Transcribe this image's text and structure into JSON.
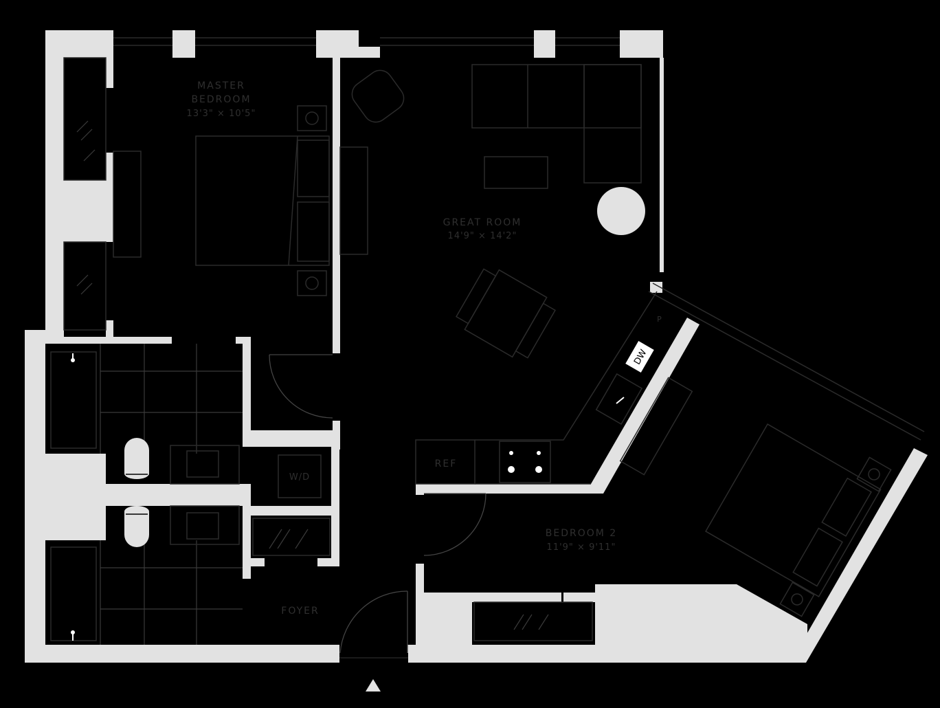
{
  "rooms": {
    "master_bedroom": {
      "name_line1": "MASTER",
      "name_line2": "BEDROOM",
      "dimensions": "13'3\" × 10'5\""
    },
    "great_room": {
      "name": "GREAT ROOM",
      "dimensions": "14'9\" × 14'2\""
    },
    "bedroom_2": {
      "name": "BEDROOM 2",
      "dimensions": "11'9\" × 9'11\""
    },
    "foyer": {
      "name": "FOYER"
    }
  },
  "appliances": {
    "dishwasher": "DW",
    "refrigerator": "REF",
    "washer_dryer": "W/D",
    "pantry": "P"
  },
  "colors": {
    "background": "#000000",
    "walls": "#e2e2e2",
    "fixtures": "#2b2b2b",
    "labels": "#2f2f2f"
  },
  "entrance_marker": "triangle-up-icon"
}
